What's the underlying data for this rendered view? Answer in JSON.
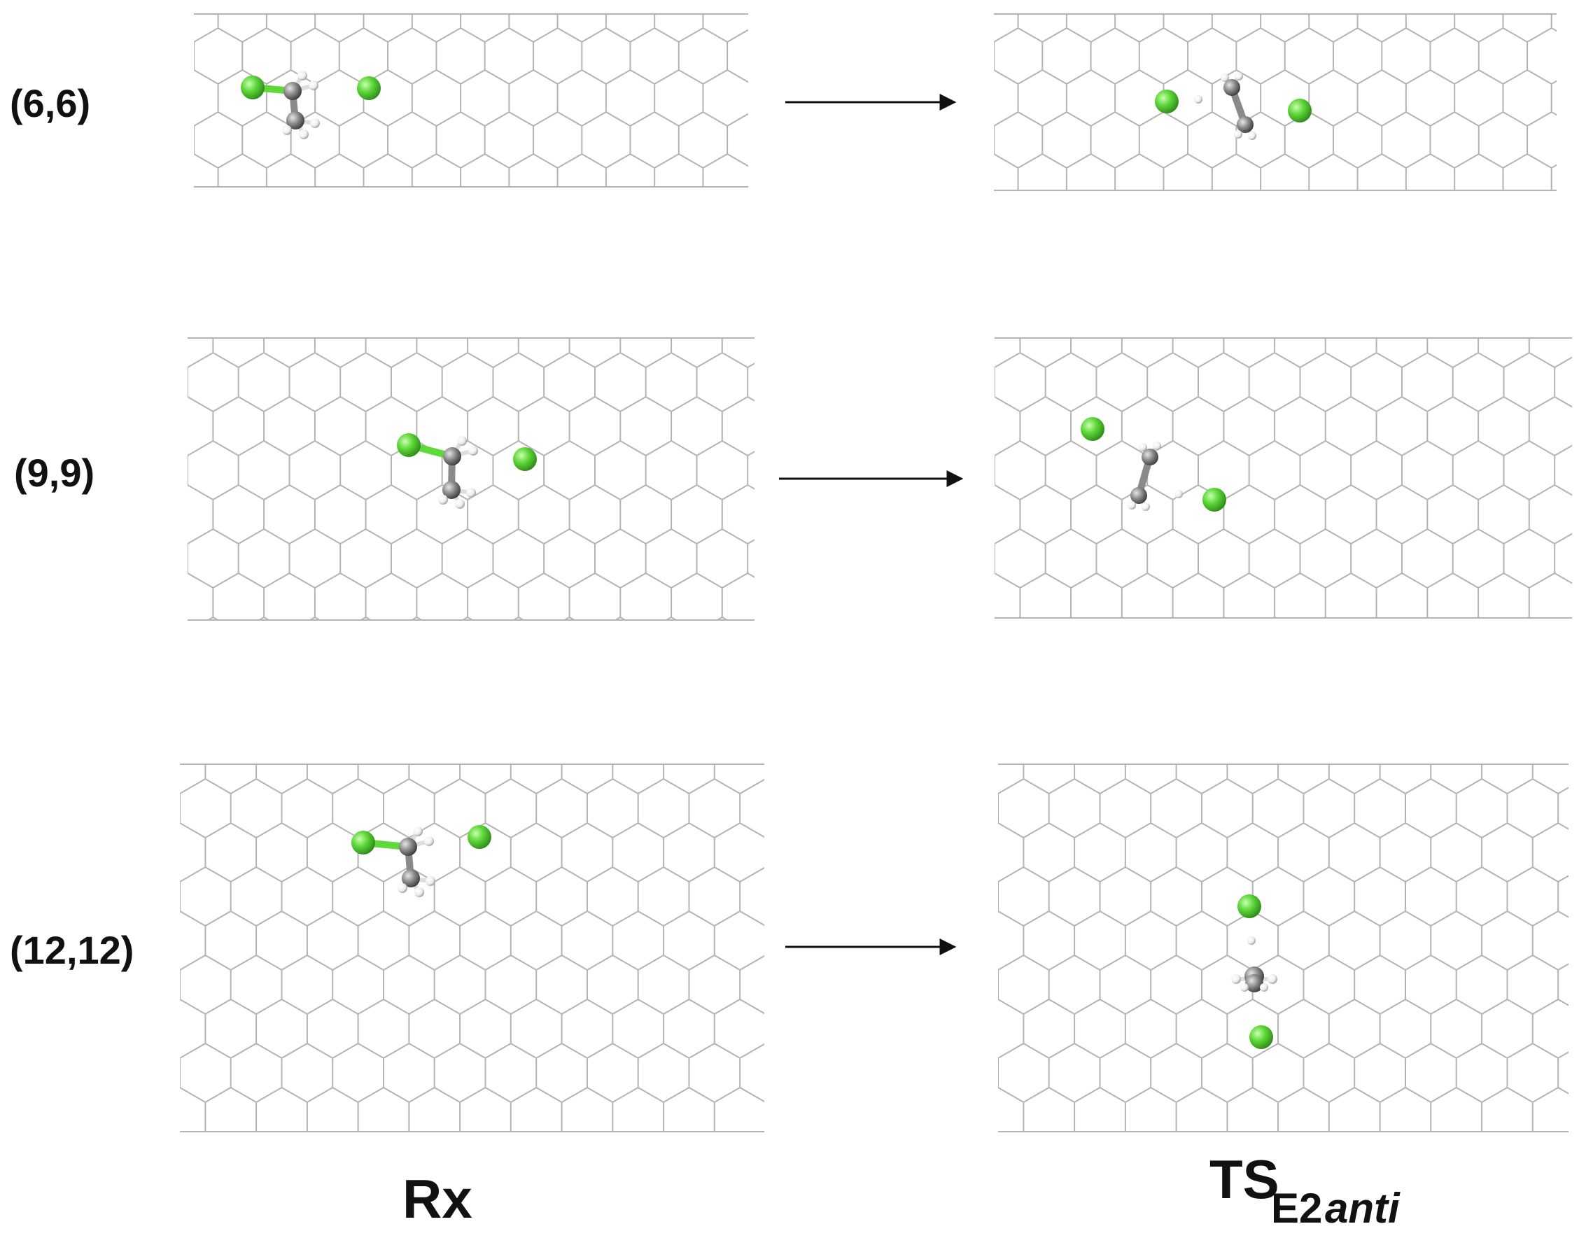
{
  "rows": [
    {
      "label": "(6,6)",
      "rx": {
        "cl1": true
      },
      "ts": {}
    },
    {
      "label": "(9,9)",
      "rx": {},
      "ts": {}
    },
    {
      "label": "(12,12)",
      "rx": {},
      "ts": {}
    }
  ],
  "columns": {
    "left": "Rx",
    "right_main": "TS",
    "right_sub_a": "E2",
    "right_sub_b": "anti"
  },
  "colors": {
    "lattice": "#b4b4b4",
    "chlorine": "#5fd83a",
    "carbon": "#8a8a8a",
    "hydrogen": "#f2f2f2",
    "arrow": "#111111"
  }
}
